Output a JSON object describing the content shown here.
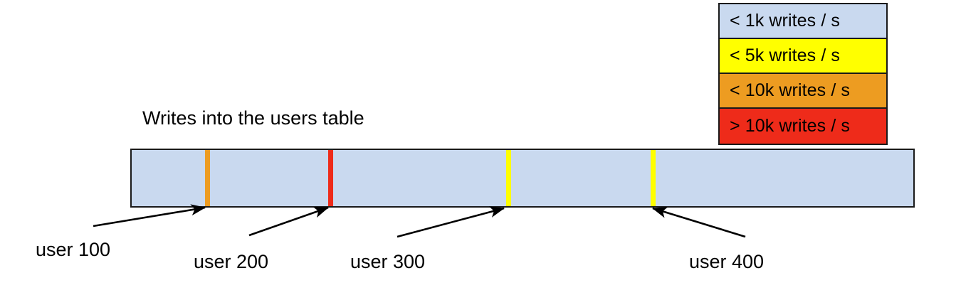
{
  "chart_data": {
    "type": "bar",
    "title": "Writes into the users table",
    "orientation": "horizontal-range",
    "xlabel": "",
    "ylabel": "",
    "grid": false,
    "legend_position": "top-right",
    "axis_range_note": "single continuous key range, left to right",
    "base_color": "#c9d9ef",
    "base_category": "< 1k writes / s",
    "categories": [
      "< 1k writes / s",
      "< 5k writes / s",
      "< 10k writes / s",
      "> 10k writes / s"
    ],
    "category_colors": [
      "#c9d9ef",
      "#ffff00",
      "#ed9c21",
      "#ee2b1a"
    ],
    "markers": [
      {
        "label": "user 100",
        "color": "#ed9c21",
        "category": "< 10k writes / s",
        "position_pct": 9.7
      },
      {
        "label": "user 200",
        "color": "#ee2b1a",
        "category": "> 10k writes / s",
        "position_pct": 25.4
      },
      {
        "label": "user 300",
        "color": "#ffff00",
        "category": "< 5k writes / s",
        "position_pct": 47.9
      },
      {
        "label": "user 400",
        "color": "#ffff00",
        "category": "< 5k writes / s",
        "position_pct": 66.4
      }
    ]
  },
  "legend": {
    "rows": [
      {
        "label": "< 1k writes / s",
        "color": "#c9d9ef"
      },
      {
        "label": "< 5k writes / s",
        "color": "#ffff00"
      },
      {
        "label": "< 10k writes / s",
        "color": "#ed9c21"
      },
      {
        "label": "> 10k writes / s",
        "color": "#ee2b1a"
      }
    ]
  },
  "diagram": {
    "title": "Writes into the users table",
    "bar": {
      "fill": "#c9d9ef",
      "stroke": "#1a1a1a"
    },
    "callouts": [
      {
        "label": "user 100"
      },
      {
        "label": "user 200"
      },
      {
        "label": "user 300"
      },
      {
        "label": "user 400"
      }
    ]
  }
}
